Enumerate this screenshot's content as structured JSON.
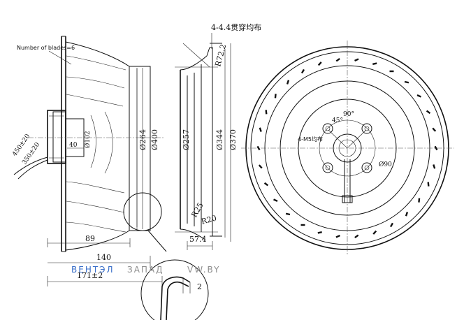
{
  "drawing": {
    "blades_note": "Number of blades=6",
    "hole_note": "4-4.4贯穿均布",
    "hub_note": "4-M5均布",
    "radii": {
      "r72": "R72.2",
      "r25": "R25",
      "r20": "R20"
    },
    "diameters": {
      "d102": "Ø102",
      "d264": "Ø264",
      "d400": "Ø400",
      "d257": "Ø257",
      "d344": "Ø344",
      "d370": "Ø370",
      "d90": "Ø90"
    },
    "lengths": {
      "l40": "40",
      "l89": "89",
      "l140": "140",
      "l171": "171±2",
      "l57": "57.4",
      "l2": "2",
      "l450": "450±20",
      "l350": "350±20"
    },
    "angles": {
      "a90": "90°",
      "a45": "45°"
    },
    "watermark": {
      "brand_blue": "ВЕНТЭЛ",
      "brand_gray": "ЗАПАД",
      "site": "VW.BY"
    }
  },
  "colors": {
    "line": "#111111",
    "watermark_blue": "#3a6fc9",
    "watermark_gray": "#8e8e8e"
  }
}
